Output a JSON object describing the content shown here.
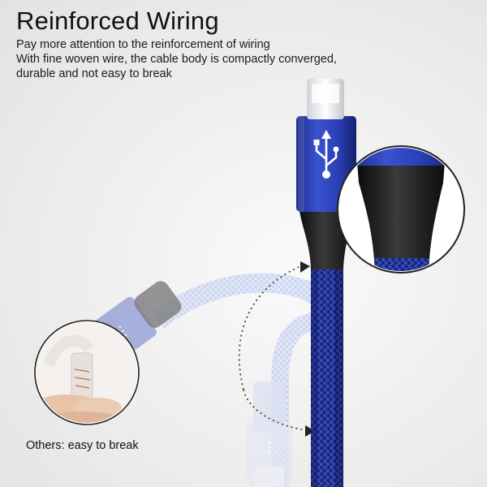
{
  "title": "Reinforced Wiring",
  "description": {
    "line1": "Pay more attention to the reinforcement of wiring",
    "line2": "With fine woven wire, the cable body is compactly converged,",
    "line3": "durable and not easy to break"
  },
  "caption": "Others: easy to break",
  "icons": {
    "usb_symbol": "usb-icon"
  },
  "colors": {
    "cable_blue": "#1f2f8c",
    "connector_blue": "#2a3fb5",
    "boot_black": "#1a1a1a",
    "faded_blue": "#b9c6ea"
  }
}
